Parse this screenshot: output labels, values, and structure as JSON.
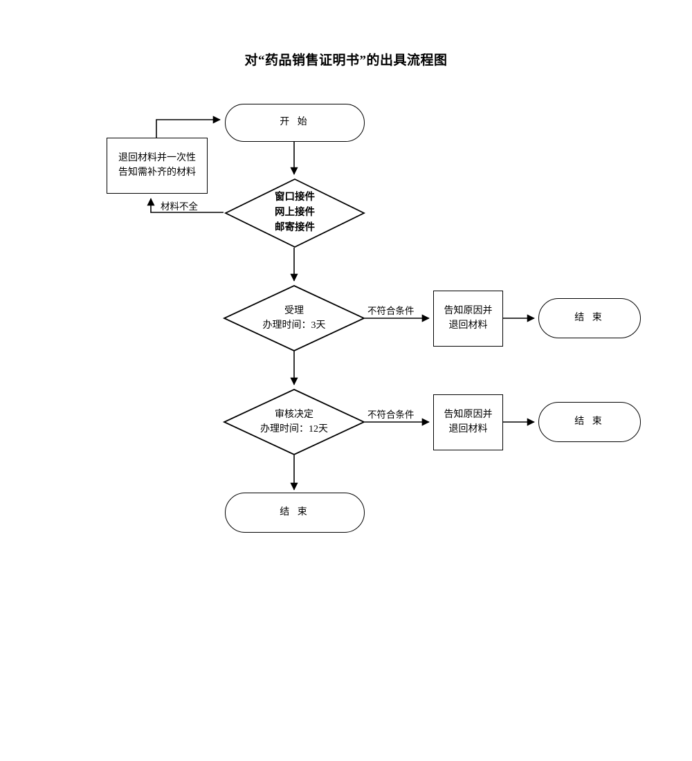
{
  "title": "对“药品销售证明书”的出具流程图",
  "nodes": {
    "start": {
      "label": "开 始",
      "shape": "terminator"
    },
    "return_materials": {
      "label": "退回材料并一次性\n告知需补齐的材料",
      "shape": "process"
    },
    "intake": {
      "label": "窗口接件\n网上接件\n邮寄接件",
      "shape": "decision"
    },
    "accept": {
      "label": "受理\n办理时间：3天",
      "shape": "decision"
    },
    "review": {
      "label": "审核决定\n办理时间：12天",
      "shape": "decision"
    },
    "inform_return_1": {
      "label": "告知原因并\n退回材料",
      "shape": "process"
    },
    "inform_return_2": {
      "label": "告知原因并\n退回材料",
      "shape": "process"
    },
    "end_right_1": {
      "label": "结 束",
      "shape": "terminator"
    },
    "end_right_2": {
      "label": "结 束",
      "shape": "terminator"
    },
    "end_bottom": {
      "label": "结 束",
      "shape": "terminator"
    }
  },
  "edge_labels": {
    "incomplete_materials": "材料不全",
    "not_qualified_1": "不符合条件",
    "not_qualified_2": "不符合条件"
  },
  "colors": {
    "stroke": "#000000",
    "background": "#ffffff",
    "text": "#000000"
  }
}
